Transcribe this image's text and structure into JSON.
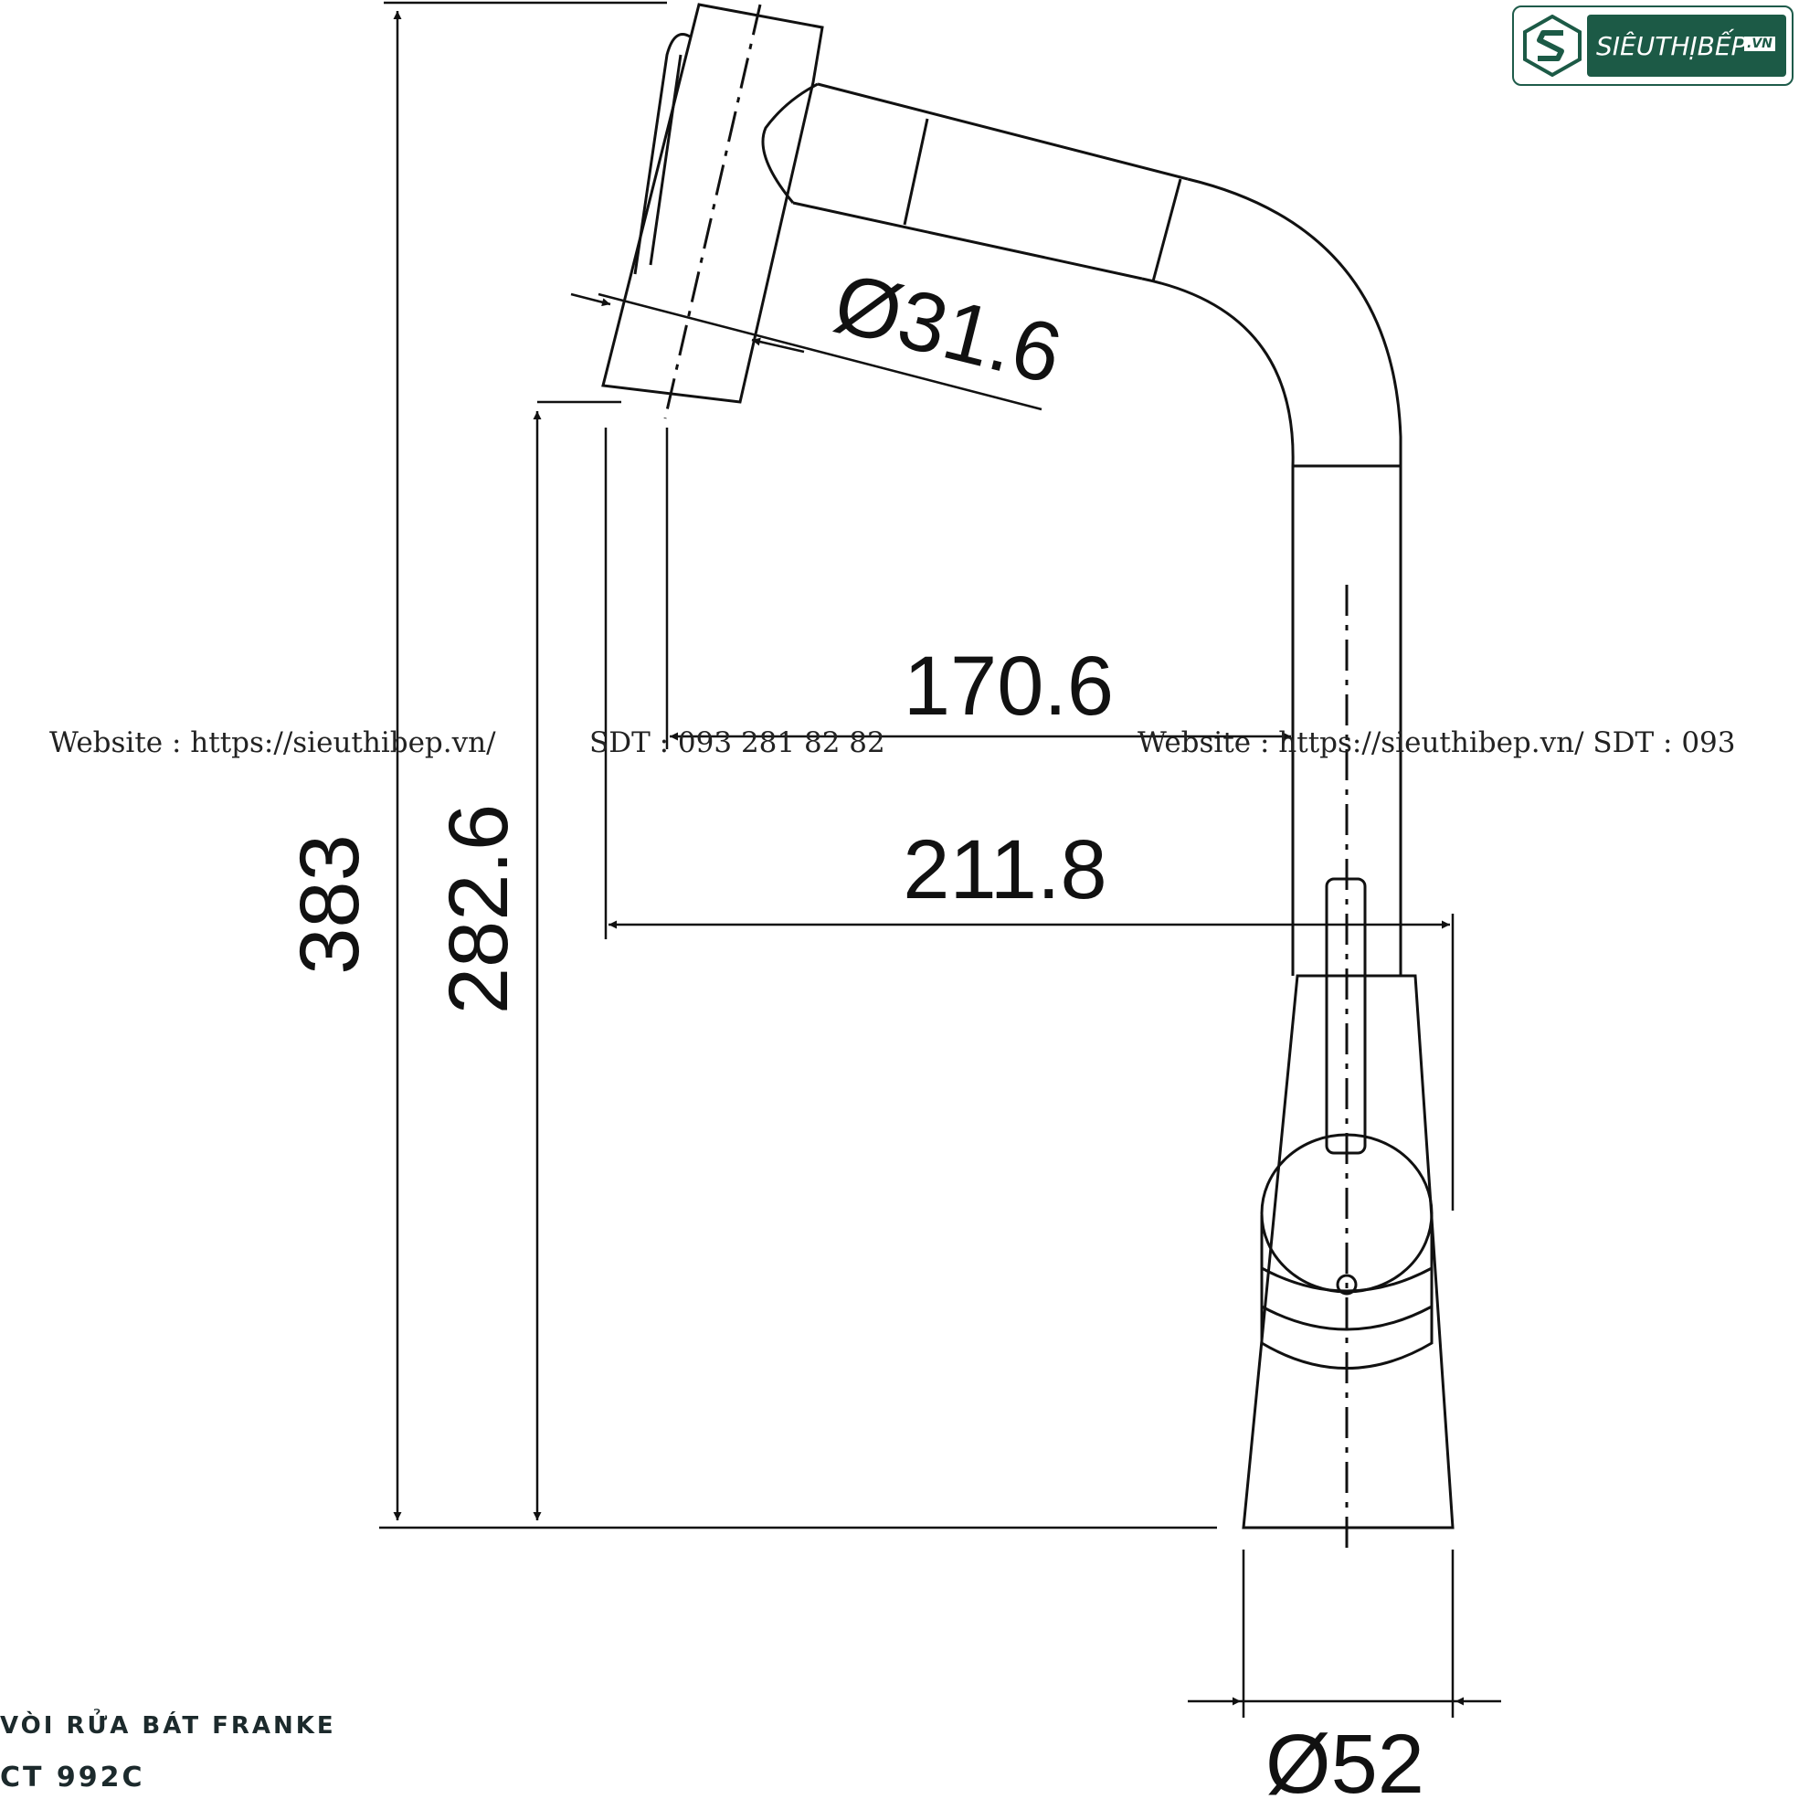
{
  "diagram": {
    "dimensions": {
      "total_height": "383",
      "spout_height": "282.6",
      "reach_inner": "170.6",
      "reach_outer": "211.8",
      "head_diameter": "Ø31.6",
      "base_diameter": "Ø52"
    }
  },
  "watermarks": {
    "left_website": "Website : https://sieuthibep.vn/",
    "left_phone": "SDT : 093 281 82 82",
    "right_text": "Website : https://sieuthibep.vn/ SDT : 093"
  },
  "logo": {
    "brand": "SIÊUTHỊBẾP",
    "suffix": ".VN",
    "colors": {
      "brand_green": "#1c5a46"
    }
  },
  "caption": {
    "line1": "VÒI RỬA BÁT FRANKE",
    "line2": "CT 992C"
  }
}
